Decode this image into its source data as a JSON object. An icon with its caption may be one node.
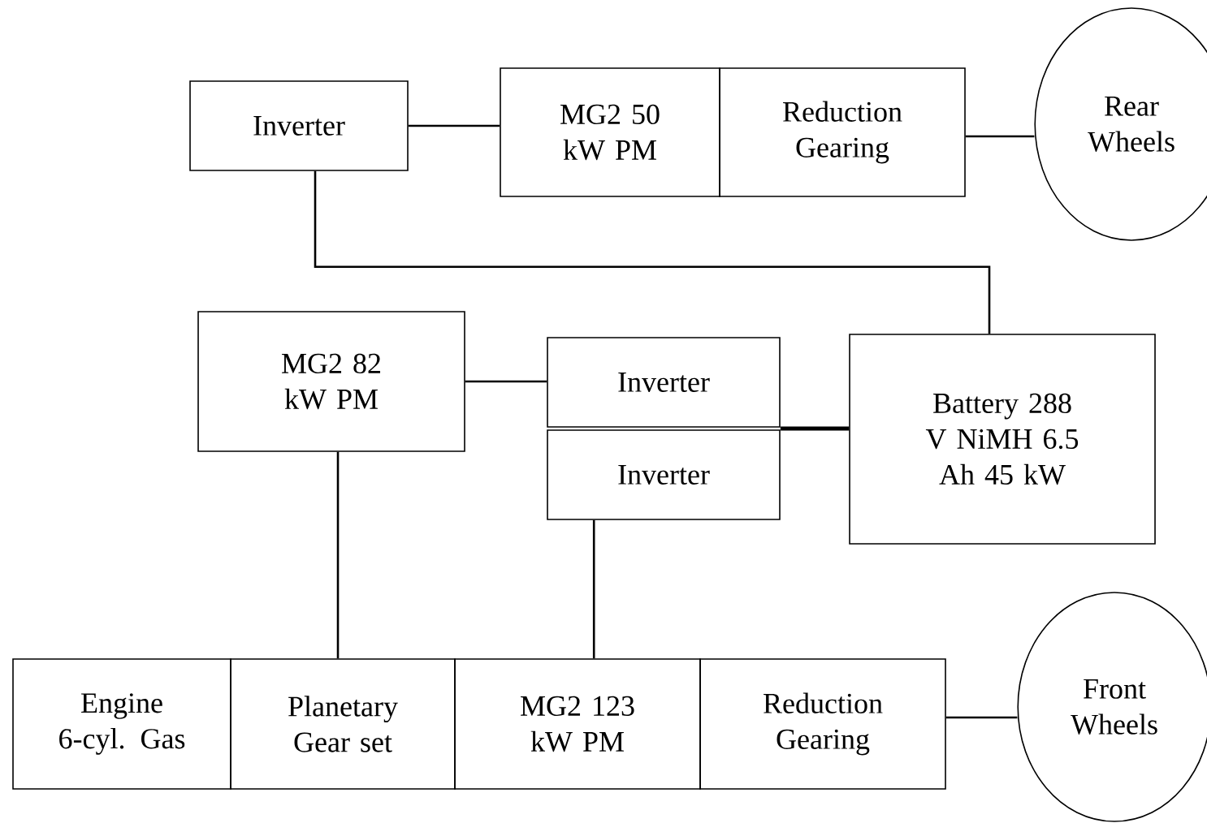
{
  "diagram": {
    "nodes": [
      {
        "text": [
          "Inverter"
        ]
      },
      {
        "text": [
          "MG2 50 kW PM"
        ]
      },
      {
        "text": [
          "Reduction Gearing"
        ]
      },
      {
        "text": [
          "Rear Wheels"
        ]
      },
      {
        "text": [
          "MG2 82 kW PM"
        ]
      },
      {
        "text": [
          "Inverter"
        ]
      },
      {
        "text": [
          "Inverter"
        ]
      },
      {
        "text": [
          "Battery 288 V NiMH 6.5 Ah 45 kW"
        ]
      },
      {
        "text": [
          "Engine 6-cyl. Gas"
        ]
      },
      {
        "text": [
          "Planetary Gear set"
        ]
      },
      {
        "text": [
          "MG2 123 kW PM"
        ]
      },
      {
        "text": [
          "Reduction Gearing"
        ]
      },
      {
        "text": [
          "Front Wheels"
        ]
      }
    ],
    "edges": [
      {
        "from": 0,
        "to": 1,
        "arrow": "none"
      },
      {
        "from": 2,
        "to": 3,
        "arrow": "none"
      },
      {
        "from": 0,
        "to": 7,
        "arrow": "none"
      },
      {
        "from": 4,
        "to": 5,
        "arrow": "none"
      },
      {
        "from": 5,
        "to": 7,
        "arrow": "none"
      },
      {
        "from": 6,
        "to": 7,
        "arrow": "none"
      },
      {
        "from": 4,
        "to": 9,
        "arrow": "none"
      },
      {
        "from": 6,
        "to": 10,
        "arrow": "none"
      },
      {
        "from": 11,
        "to": 12,
        "arrow": "none"
      }
    ]
  }
}
